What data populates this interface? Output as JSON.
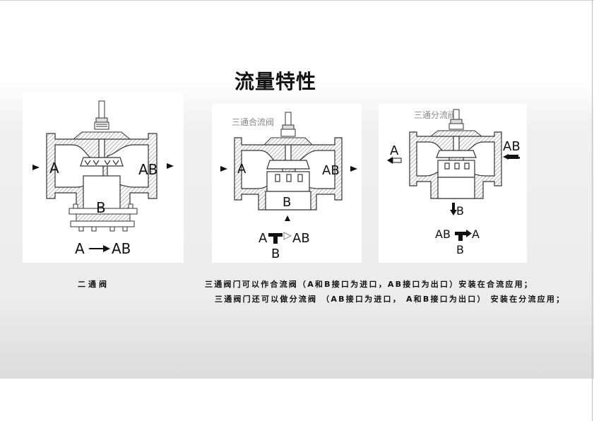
{
  "title": "流量特性",
  "panel1": {
    "port_a": "A",
    "port_ab": "AB",
    "port_b": "B",
    "flow_a": "A",
    "flow_ab": "AB"
  },
  "panel2": {
    "subtitle": "三通合流阀",
    "port_a": "A",
    "port_ab": "AB",
    "port_b": "B",
    "flow_a": "A",
    "flow_ab": "AB",
    "flow_b": "B"
  },
  "panel3": {
    "subtitle": "三通分流阀",
    "port_a": "A",
    "port_ab": "AB",
    "port_b": "B",
    "flow_ab": "AB",
    "flow_a": "A",
    "flow_b": "B"
  },
  "captions": {
    "two_way": "二通阀",
    "mixing": "三通阀门可以作合流阀（A和B接口为进口，AB接口为出口）安装在合流应用；",
    "diverting": "三通阀门还可以做分流阀 （AB接口为进口， A和B接口为出口） 安装在分流应用；"
  }
}
